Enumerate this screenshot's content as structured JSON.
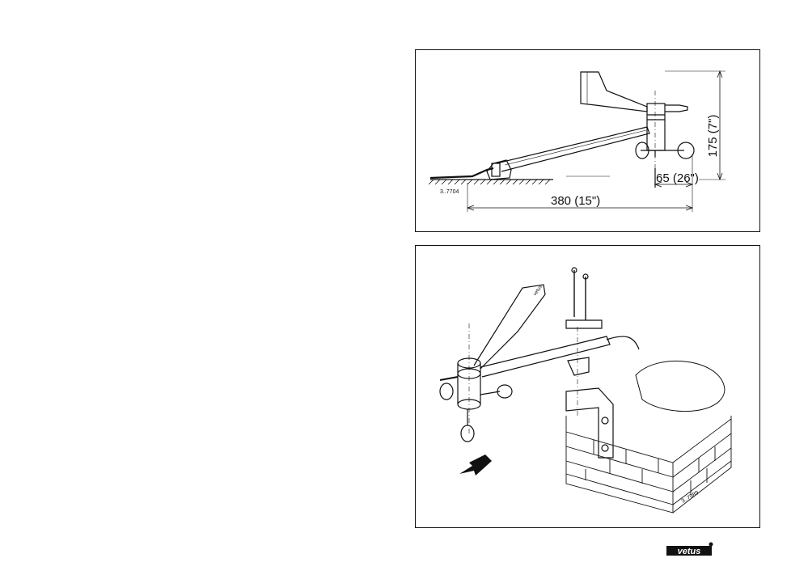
{
  "top_drawing": {
    "dim_width": "380 (15\")",
    "dim_height": "175 (7\")",
    "dim_cup": "65 (26\")",
    "drawing_code": "3..7704"
  },
  "bottom_drawing": {
    "drawing_code": "3..7989",
    "vane_label": "vetus"
  },
  "footer": {
    "logo_text": "vetus"
  }
}
